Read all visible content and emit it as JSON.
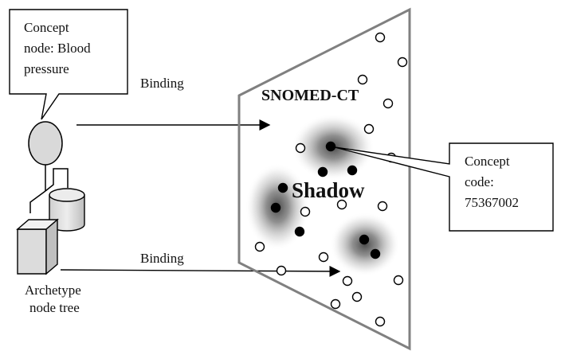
{
  "callout_left": {
    "lines": [
      "Concept",
      "node: Blood",
      "pressure"
    ]
  },
  "binding_top": "Binding",
  "binding_bottom": "Binding",
  "panel_title": "SNOMED-CT",
  "shadow_label": "Shadow",
  "callout_right": {
    "lines": [
      "Concept",
      "code:",
      "75367002"
    ]
  },
  "tree_label": {
    "lines": [
      "Archetype",
      "node tree"
    ]
  },
  "colors": {
    "panel_border": "#808080",
    "callout_border": "#000000",
    "shadow": "#5a5a5a",
    "node_fill": "#d9d9d9"
  }
}
